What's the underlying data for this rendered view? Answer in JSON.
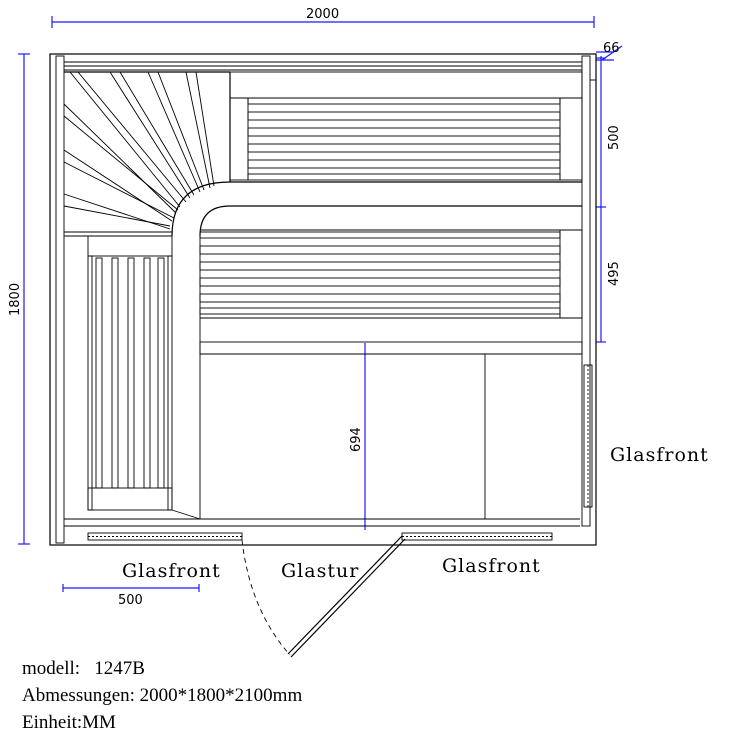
{
  "dimensions": {
    "top_width": "2000",
    "top_right_small": "66",
    "right_upper": "500",
    "right_lower": "495",
    "left_height": "1800",
    "inner_vertical": "694",
    "bottom_left": "500"
  },
  "labels": {
    "glass_front_right": "Glasfront",
    "glass_front_bottom_left": "Glasfront",
    "glass_door": "Glastur",
    "glass_front_bottom_right": "Glasfront"
  },
  "info": {
    "model_line": "modell:   1247B",
    "dimensions_line": "Abmessungen: 2000*1800*2100mm",
    "unit_line": "Einheit:MM"
  },
  "colors": {
    "ink": "#000000",
    "dimension_lines": "#1a1aff"
  }
}
